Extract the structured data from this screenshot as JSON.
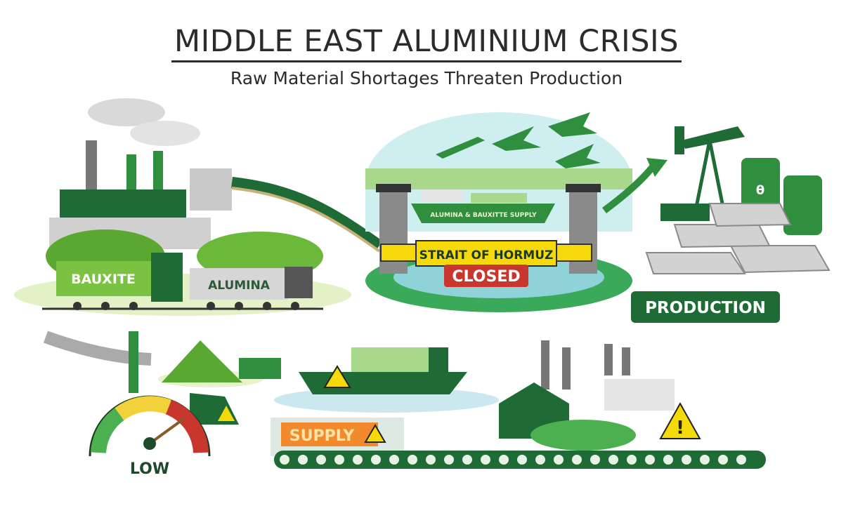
{
  "header": {
    "title": "MIDDLE EAST ALUMINIUM CRISIS",
    "subtitle": "Raw Material Shortages Threaten Production"
  },
  "labels": {
    "bauxite": "BAUXITE",
    "alumina": "ALUMINA",
    "ship_cargo": "ALUMINA & BAUXITTE SUPPLY",
    "strait": "STRAIT OF HORMUZ",
    "closed": "CLOSED",
    "production": "PRODUCTION",
    "gauge": "LOW",
    "supply": "SUPPLY",
    "barrel_symbol": "θ"
  },
  "gauge": {
    "level_fraction": 0.8
  },
  "colors": {
    "green_dark": "#1e6b35",
    "green": "#2f8f3e",
    "green_light": "#7cc242",
    "warning_yellow": "#f5d90a",
    "closed_red": "#c8372d",
    "supply_orange": "#f08a2c",
    "water": "#8fd3d8"
  }
}
